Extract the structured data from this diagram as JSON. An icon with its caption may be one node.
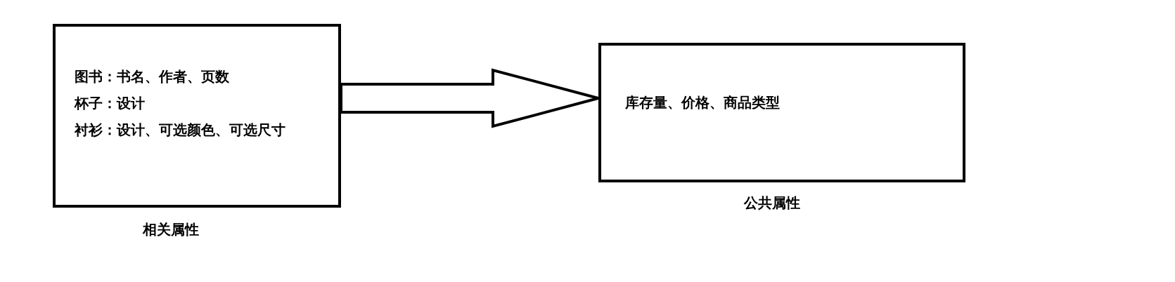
{
  "diagram": {
    "nodes": [
      {
        "text": [
          "图书：书名、作者、页数",
          "杯子：设计",
          "衬衫：设计、可选颜色、可选尺寸"
        ],
        "beside": [
          "相关属性"
        ]
      },
      {
        "text": [
          "库存量、价格、商品类型"
        ],
        "beside": [
          "公共属性"
        ]
      }
    ],
    "edges": [
      {
        "from": 0,
        "to": 1,
        "arrow": "to",
        "style": "thick"
      }
    ]
  }
}
